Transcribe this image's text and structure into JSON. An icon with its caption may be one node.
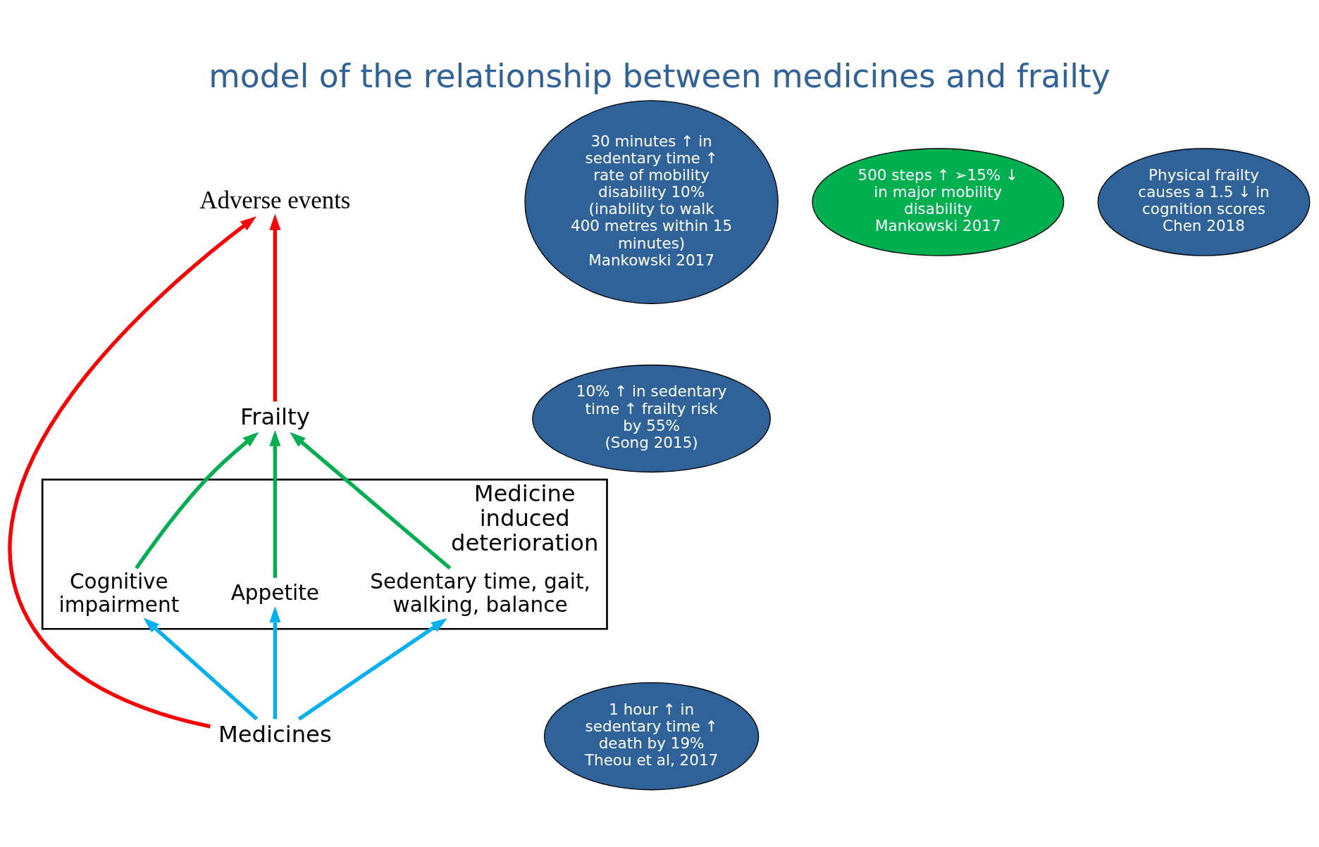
{
  "diagram": {
    "title": "model of the relationship between medicines and frailty",
    "nodes": [
      {
        "text": [
          "Adverse events"
        ]
      },
      {
        "text": [
          "Frailty"
        ]
      },
      {
        "text": [
          "Medicine induced deterioration"
        ]
      },
      {
        "text": [
          "Sedentary time, gait, walking, balance"
        ],
        "in": 2
      },
      {
        "text": [
          "Appetite"
        ],
        "in": 2
      },
      {
        "text": [
          "Cognitive impairment"
        ],
        "in": 2
      },
      {
        "text": [
          "Medicines"
        ]
      },
      {
        "text": [
          "30 minutes ↑ in sedentary time ↑ rate of mobility disability 10% (inability to walk 400 metres within 15 minutes)",
          "Mankowski 2017"
        ]
      },
      {
        "text": [
          "500 steps ↑ ➢15% ↓ in major mobility disability",
          "Mankowski 2017"
        ]
      },
      {
        "text": [
          "10% ↑ in sedentary time ↑ frailty risk by 55%",
          "(Song 2015)"
        ]
      },
      {
        "text": [
          "1 hour ↑ in sedentary time ↑ death by 19%",
          "Theou et al, 2017"
        ]
      },
      {
        "text": [
          "Physical frailty causes a 1.5 ↓ in cognition scores",
          "Chen 2018"
        ]
      }
    ],
    "edges": [
      {
        "from": 6,
        "to": 0,
        "arrow": "to",
        "color": "#ff0000"
      },
      {
        "from": 1,
        "to": 0,
        "arrow": "to",
        "color": "#ff0000"
      },
      {
        "from": 3,
        "to": 1,
        "arrow": "to",
        "color": "#00b050"
      },
      {
        "from": 4,
        "to": 1,
        "arrow": "to",
        "color": "#00b050"
      },
      {
        "from": 5,
        "to": 1,
        "arrow": "to",
        "color": "#00b050"
      },
      {
        "from": 6,
        "to": 3,
        "arrow": "to",
        "color": "#00b0f0"
      },
      {
        "from": 6,
        "to": 4,
        "arrow": "to",
        "color": "#00b0f0"
      },
      {
        "from": 6,
        "to": 5,
        "arrow": "to",
        "color": "#00b0f0"
      }
    ]
  }
}
